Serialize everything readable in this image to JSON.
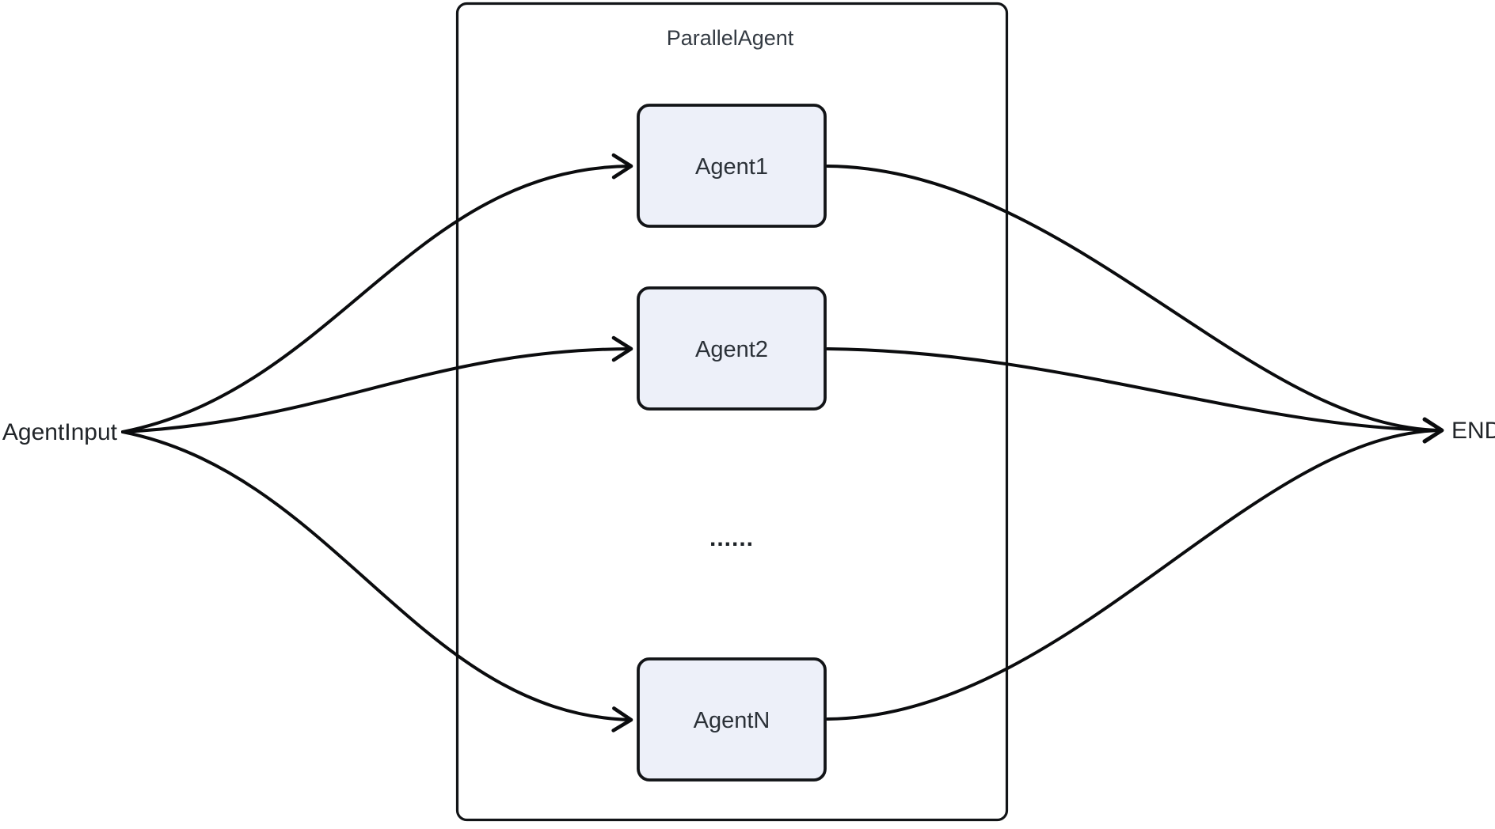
{
  "diagram": {
    "type": "flowchart",
    "background_color": "#ffffff",
    "edge_color": "#0b0c0e",
    "node_fill_color": "#edf0f9",
    "node_border_color": "#121417",
    "label_color": "#2b3138",
    "source": {
      "label": "AgentInput"
    },
    "sink": {
      "label": "END"
    },
    "container": {
      "label": "ParallelAgent"
    },
    "nodes": [
      {
        "label": "Agent1"
      },
      {
        "label": "Agent2"
      },
      {
        "label": "AgentN"
      }
    ],
    "ellipsis": "......",
    "edges": [
      {
        "from": "AgentInput",
        "to": "Agent1"
      },
      {
        "from": "AgentInput",
        "to": "Agent2"
      },
      {
        "from": "AgentInput",
        "to": "AgentN"
      },
      {
        "from": "Agent1",
        "to": "END"
      },
      {
        "from": "Agent2",
        "to": "END"
      },
      {
        "from": "AgentN",
        "to": "END"
      }
    ]
  }
}
